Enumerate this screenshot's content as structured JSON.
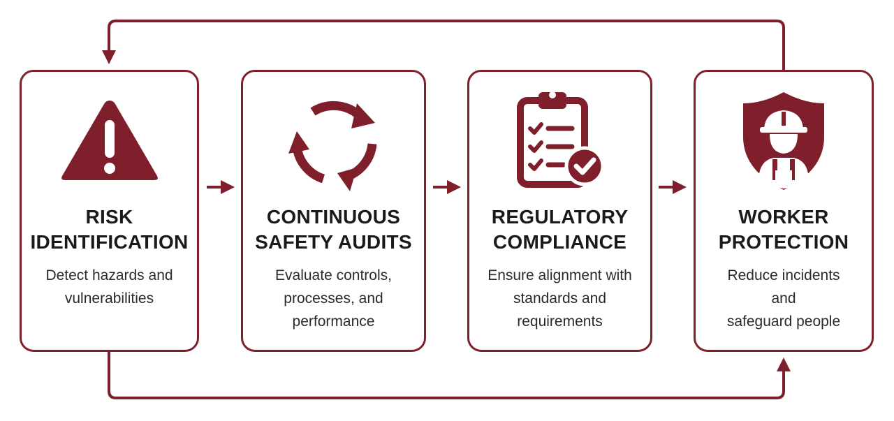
{
  "colors": {
    "accent": "#7e1f2b",
    "text": "#1a1a1a",
    "background": "#ffffff"
  },
  "steps": [
    {
      "icon": "warning-triangle-icon",
      "title_line1": "RISK",
      "title_line2": "IDENTIFICATION",
      "desc_line1": "Detect hazards and",
      "desc_line2": "vulnerabilities",
      "desc_line3": ""
    },
    {
      "icon": "cycle-arrows-icon",
      "title_line1": "CONTINUOUS",
      "title_line2": "SAFETY AUDITS",
      "desc_line1": "Evaluate controls,",
      "desc_line2": "processes, and",
      "desc_line3": "performance"
    },
    {
      "icon": "clipboard-check-icon",
      "title_line1": "REGULATORY",
      "title_line2": "COMPLIANCE",
      "desc_line1": "Ensure alignment with",
      "desc_line2": "standards and",
      "desc_line3": "requirements"
    },
    {
      "icon": "shield-worker-icon",
      "title_line1": "WORKER",
      "title_line2": "PROTECTION",
      "desc_line1": "Reduce incidents and",
      "desc_line2": "safeguard people",
      "desc_line3": ""
    }
  ]
}
